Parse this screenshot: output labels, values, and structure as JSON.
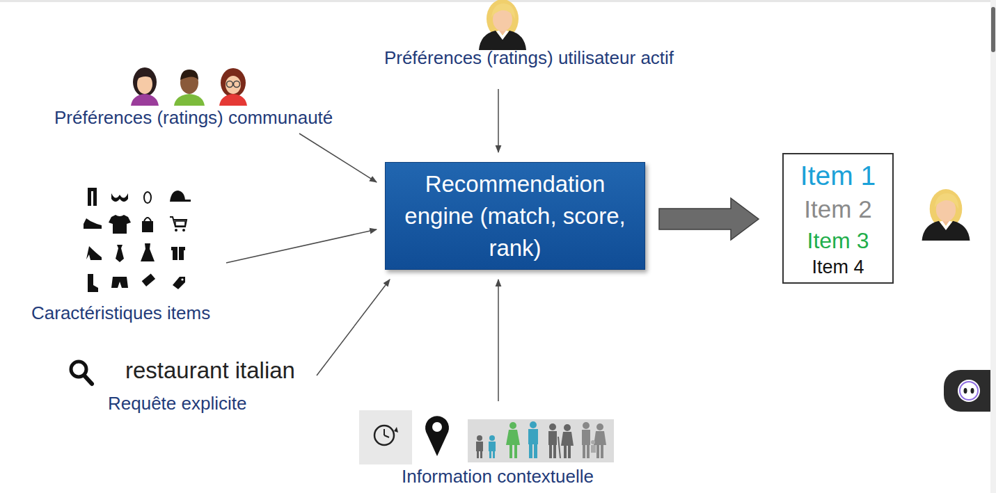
{
  "diagram": {
    "nodes": [
      {
        "text": [
          "Préférences (ratings) utilisateur actif"
        ]
      },
      {
        "text": [
          "Préférences (ratings) communauté"
        ]
      },
      {
        "text": [
          "Recommendation engine (match, score, rank)"
        ]
      },
      {
        "text": [
          "Item 1",
          "Item 2",
          "Item 3",
          "Item 4"
        ]
      },
      {
        "text": [
          "Caractéristiques items"
        ]
      },
      {
        "text": [
          "restaurant italian",
          "Requête explicite"
        ]
      },
      {
        "text": [
          "Information contextuelle"
        ]
      }
    ],
    "edges": [
      {
        "from": 0,
        "to": 2,
        "arrow": "to"
      },
      {
        "from": 1,
        "to": 2,
        "arrow": "to"
      },
      {
        "from": 4,
        "to": 2,
        "arrow": "to"
      },
      {
        "from": 5,
        "to": 2,
        "arrow": "to"
      },
      {
        "from": 6,
        "to": 2,
        "arrow": "to"
      },
      {
        "from": 2,
        "to": 3,
        "arrow": "to"
      }
    ]
  }
}
